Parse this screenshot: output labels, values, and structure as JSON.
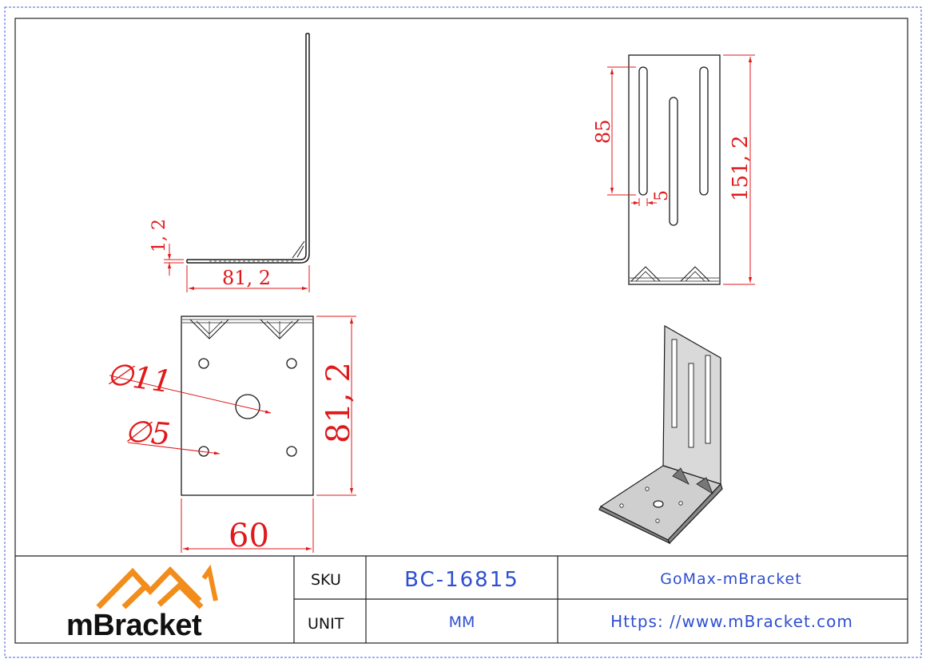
{
  "drawing": {
    "side_view": {
      "thickness": "1, 2",
      "length": "81, 2"
    },
    "front_view": {
      "slot_length": "85",
      "slot_width": "5",
      "height": "151, 2"
    },
    "base_view": {
      "large_hole": "11",
      "small_hole": "5",
      "depth": "81, 2",
      "width": "60"
    },
    "diameter_symbol": "∅"
  },
  "title_block": {
    "logo_text": "mBracket",
    "sku_label": "SKU",
    "sku_value": "BC-16815",
    "unit_label": "UNIT",
    "unit_value": "MM",
    "brand": "GoMax-mBracket",
    "url": "Https: //www.mBracket.com"
  },
  "colors": {
    "border": "#4a5fd9",
    "dimension": "#e0191b",
    "line": "#1a1a1a",
    "logo_orange": "#f28c1a",
    "title_text_blue": "#2f4fd0"
  }
}
